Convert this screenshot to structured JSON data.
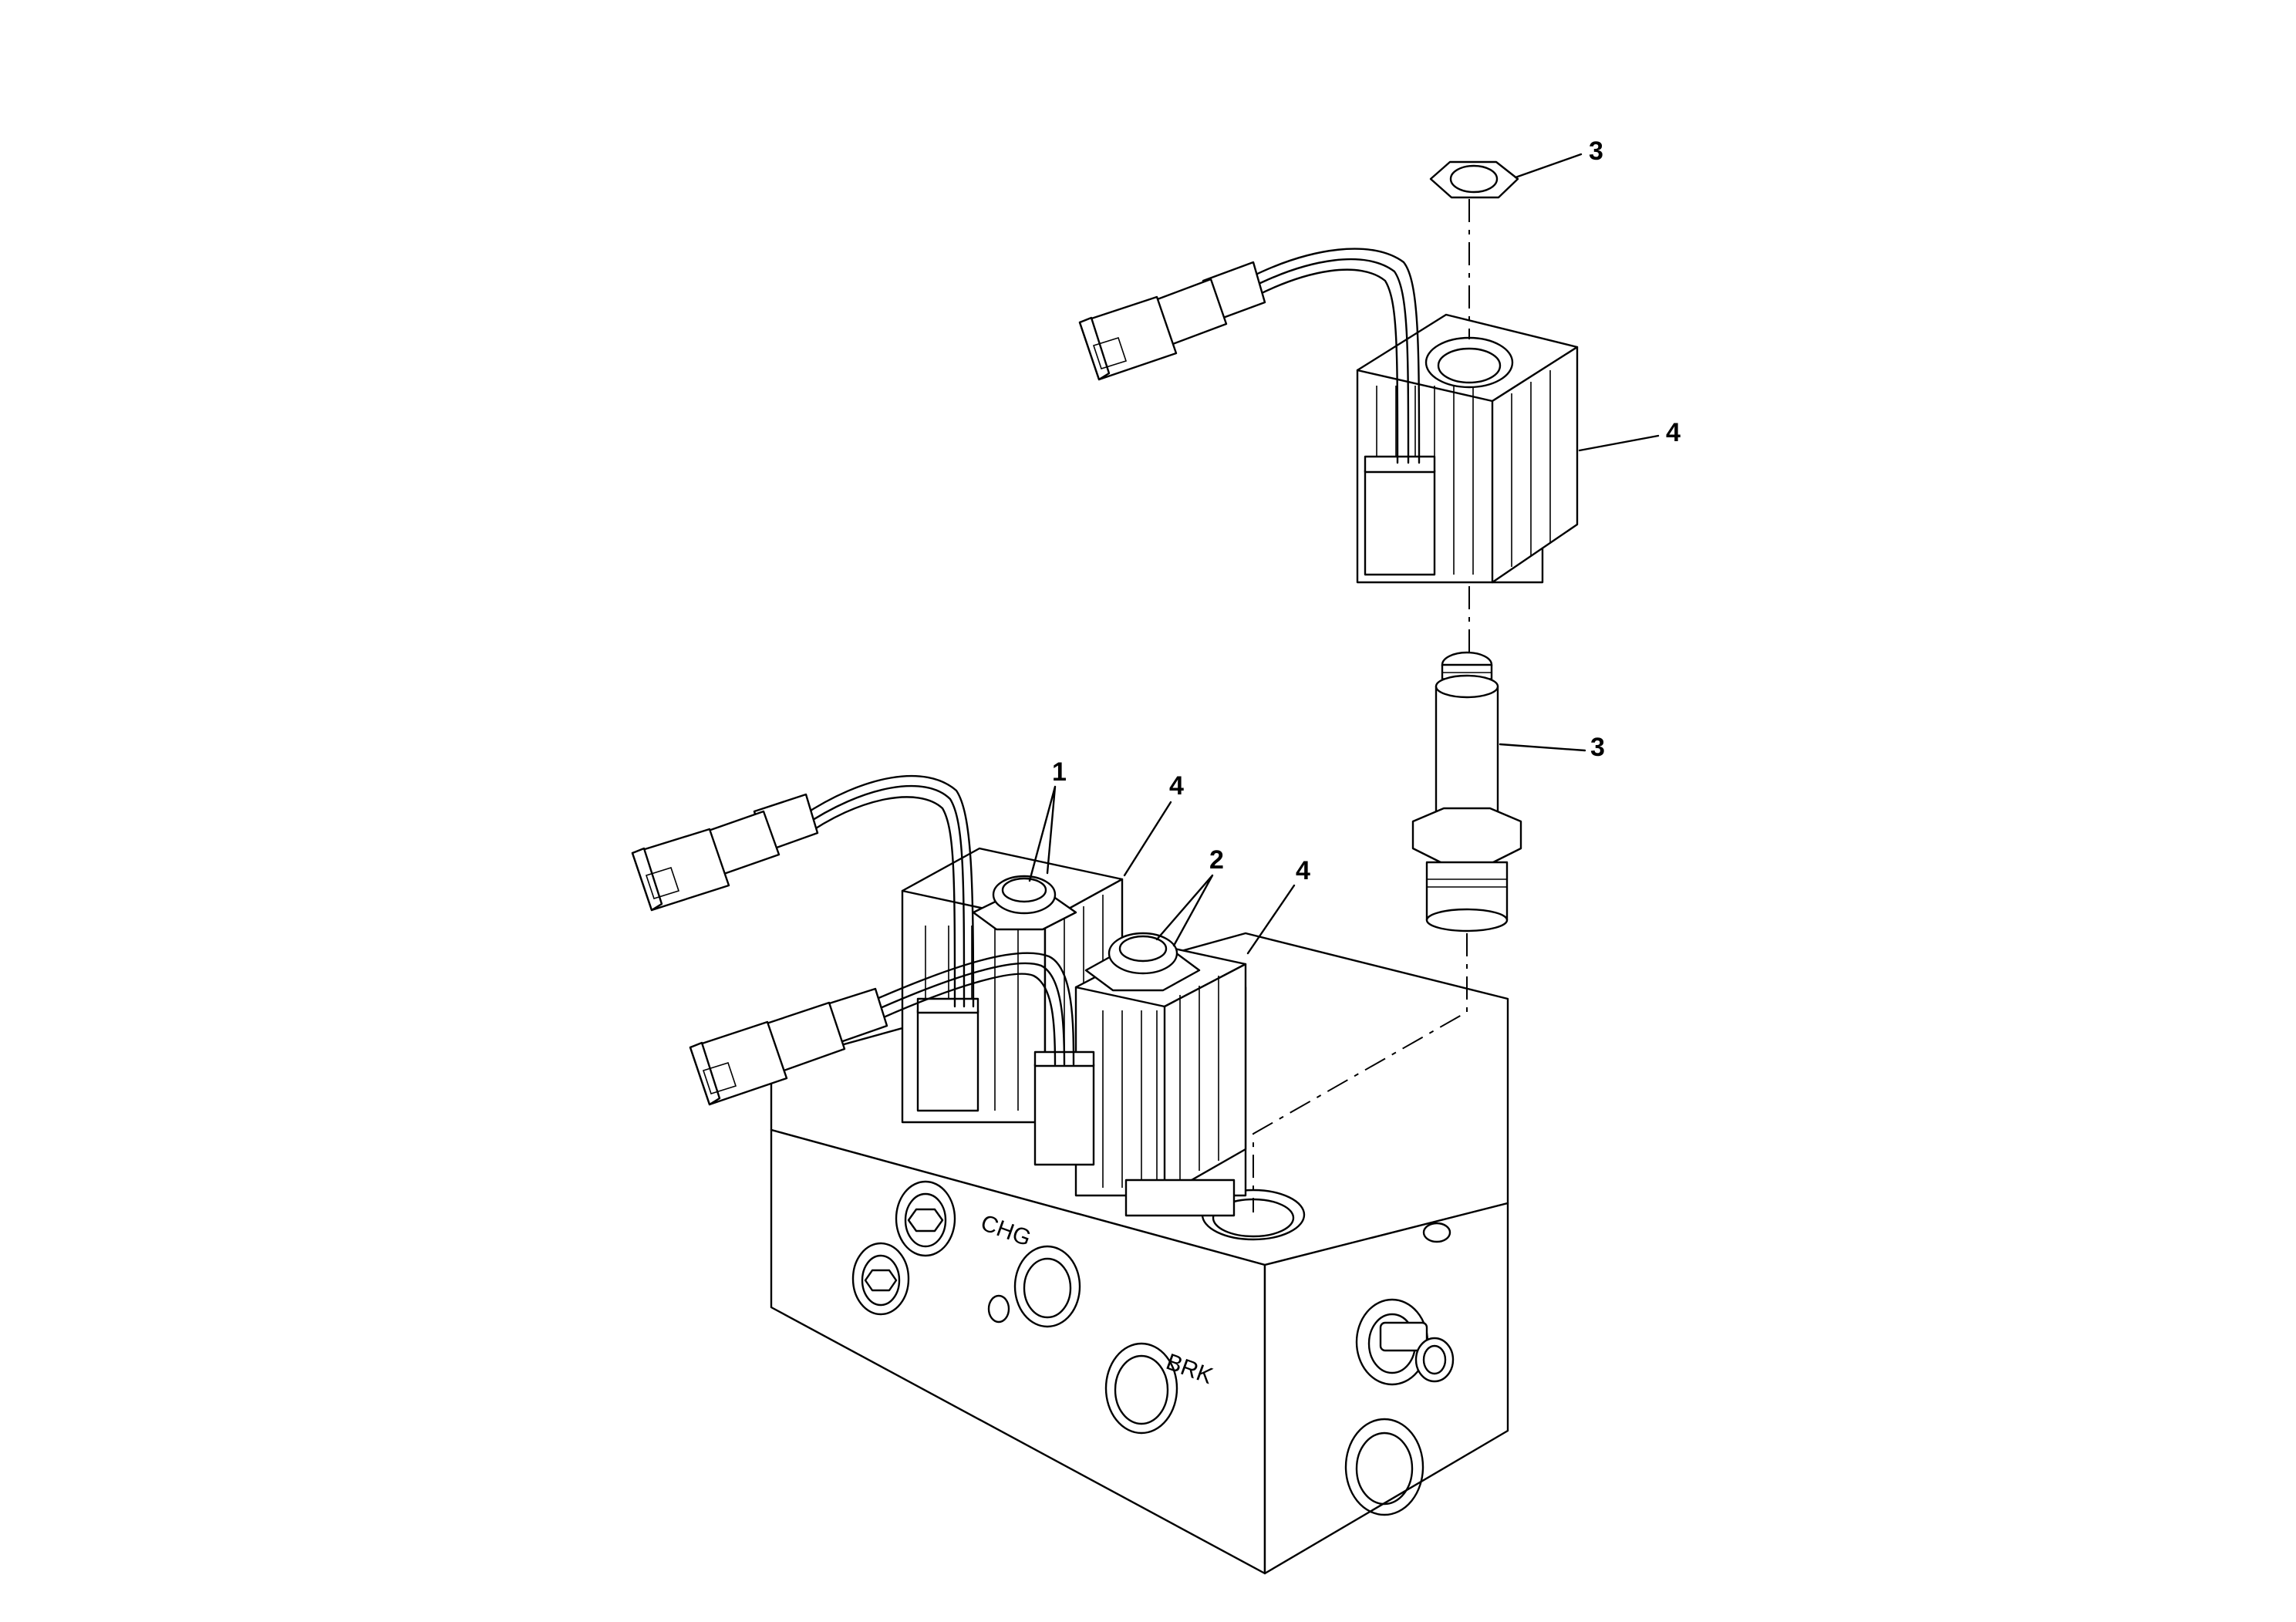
{
  "callouts": [
    {
      "id": "nut",
      "label": "3"
    },
    {
      "id": "coil_top",
      "label": "4"
    },
    {
      "id": "cartridge",
      "label": "3"
    },
    {
      "id": "nut_left",
      "label": "1"
    },
    {
      "id": "coil_left",
      "label": "4"
    },
    {
      "id": "nut_right",
      "label": "2"
    },
    {
      "id": "coil_right",
      "label": "4"
    }
  ],
  "port_labels": {
    "chg": "CHG",
    "brk": "BRK"
  }
}
